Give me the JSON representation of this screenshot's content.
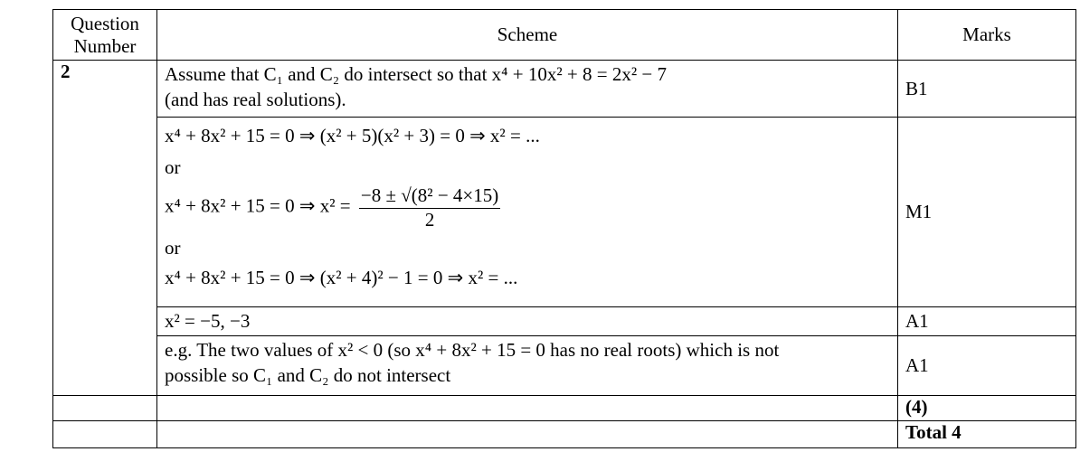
{
  "header": {
    "question_number": "Question Number",
    "scheme": "Scheme",
    "marks": "Marks"
  },
  "question": "2",
  "rows": [
    {
      "lines": [
        "Assume that C₁ and C₂ do intersect so that x⁴ + 10x² + 8 = 2x² − 7",
        "(and has real solutions)."
      ],
      "mark": "B1"
    },
    {
      "line1": "x⁴ + 8x² + 15 = 0 ⇒ (x² + 5)(x² + 3) = 0 ⇒ x² = ...",
      "or1": "or",
      "line2_prefix": "x⁴ + 8x² + 15 = 0 ⇒ x² =",
      "line2_num": "−8 ± √(8² − 4×15)",
      "line2_den": "2",
      "or2": "or",
      "line3": "x⁴ + 8x² + 15 = 0 ⇒ (x² + 4)² − 1 = 0 ⇒ x² = ...",
      "mark": "M1"
    },
    {
      "lines": [
        "x² = −5, −3"
      ],
      "mark": "A1"
    },
    {
      "lines": [
        "e.g. The two values of x² < 0 (so x⁴ + 8x² + 15 = 0 has no real roots) which is not",
        "possible so C₁ and C₂ do not intersect"
      ],
      "mark": "A1"
    }
  ],
  "subtotal": "(4)",
  "total": "Total 4"
}
